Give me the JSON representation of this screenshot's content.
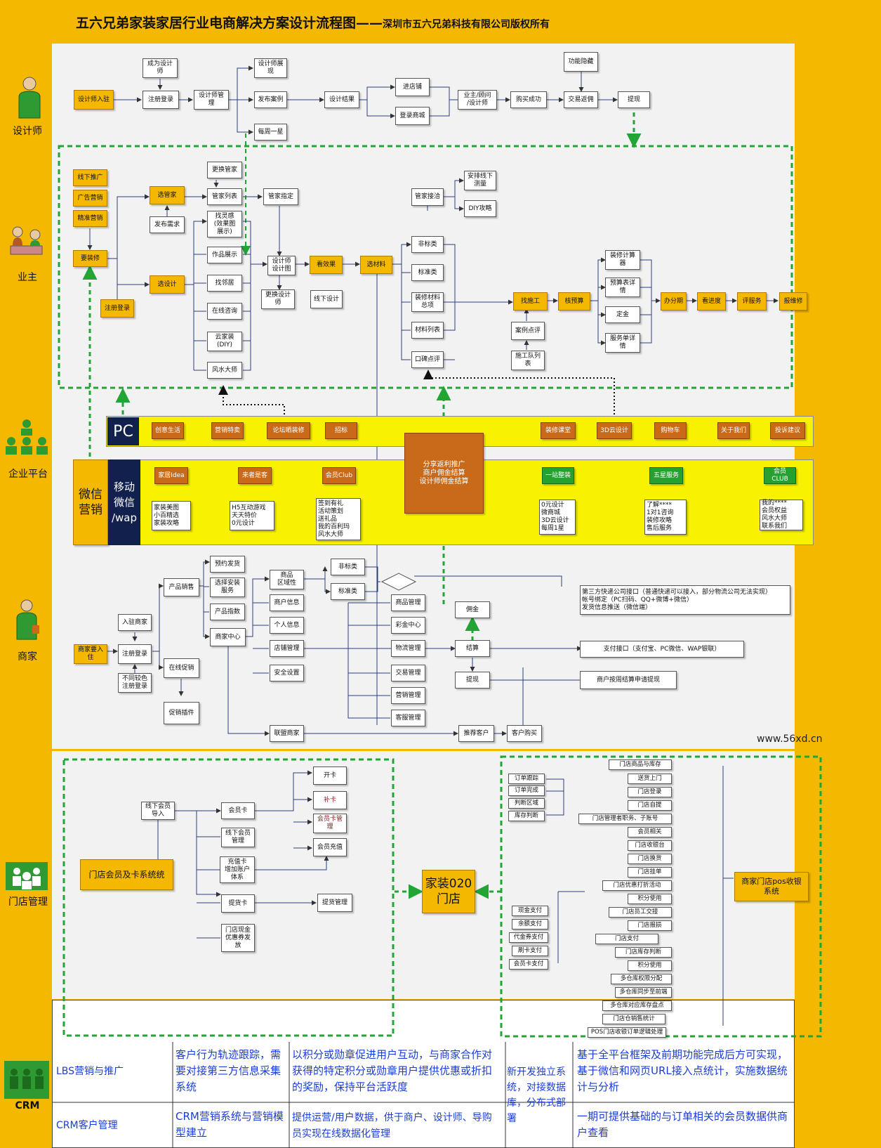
{
  "title": {
    "main": "五六兄弟家装家居行业电商解决方案设计流程图",
    "dash": "——",
    "sub": "深圳市五六兄弟科技有限公司版权所有"
  },
  "watermark": "www.56xd.cn",
  "roles": [
    "设计师",
    "业主",
    "企业平台",
    "商家",
    "门店管理",
    "CRM"
  ],
  "designer": {
    "n1": "设计师入驻",
    "n2": "成为设计\n师",
    "n3": "注册登录",
    "n4": "设计师管\n理",
    "n5": "设计师展\n现",
    "n6": "发布案例",
    "n7": "每周一星",
    "n8": "设计结果",
    "n9": "进店铺",
    "n10": "登录商城",
    "n11": "业主/顾问\n/设计师",
    "n12": "购买成功",
    "n13": "功能隐藏",
    "n14": "交易返佣",
    "n15": "提现"
  },
  "owner": {
    "o1": "线下推广",
    "o2": "广告营销",
    "o3": "精准营销",
    "o4": "要装修",
    "o5": "注册登录",
    "o6": "选管家",
    "o7": "发布需求",
    "o8": "选设计",
    "o9": "更换管家",
    "o10": "管家列表",
    "o11": "找灵感\n(效果图\n展示)",
    "o12": "作品展示",
    "o13": "找邻居",
    "o14": "在线咨询",
    "o15": "云家装\n(DIY)",
    "o16": "风水大师",
    "o17": "管家指定",
    "o18": "设计师\n设计图",
    "o19": "更换设计\n师",
    "o20": "看效果",
    "o21": "线下设计",
    "o22": "选材料",
    "o23": "管家接洽",
    "o24": "安排线下\n测量",
    "o25": "DIY攻略",
    "o26": "非标类",
    "o27": "标准类",
    "o28": "装修材料\n总项",
    "o29": "材料列表",
    "o30": "口碑点评",
    "o31": "找施工",
    "o32": "核预算",
    "o33": "案例点评",
    "o34": "施工队列\n表",
    "o35": "装修计算\n器",
    "o36": "预算表详\n情",
    "o37": "定金",
    "o38": "服务单详\n情",
    "o39": "办分期",
    "o40": "看进度",
    "o41": "评服务",
    "o42": "报维修"
  },
  "platform": {
    "pc_label": "PC",
    "pc_items": [
      "创意生活",
      "营销特卖",
      "论坛晒装修",
      "招标",
      "装修课堂",
      "3D云设计",
      "购物车",
      "关于我们",
      "投诉建议"
    ],
    "wx_label": "微信\n营销",
    "mobile_label": "移动\n微信\n/wap",
    "center": "分享返利推广\n商户佣金结算\n设计师佣金结算",
    "mobile_groups": [
      {
        "head": "家居Idea",
        "body": "家装美图\n小百精选\n家装攻略"
      },
      {
        "head": "来者是客",
        "body": "H5互动游戏\n天天特价\n0元设计"
      },
      {
        "head": "会员Club",
        "body": "签到有礼\n活动策划\n送礼品\n我的百利玛\n风水大师"
      },
      {
        "head": "一站整装",
        "body": "0元设计\n微商城\n3D云设计\n每周1星"
      },
      {
        "head": "五星服务",
        "body": "了解****\n1对1咨询\n装修攻略\n售后服务"
      },
      {
        "head": "会员CLUB",
        "body": "我的****\n会员权益\n风水大师\n联系我们"
      }
    ]
  },
  "merchant": {
    "m1": "商家要入\n住",
    "m2": "入驻商家",
    "m3": "注册登录",
    "m4": "不同较色\n注册登录",
    "m5": "产品销售",
    "m6": "在线促销",
    "m7": "促销插件",
    "m8": "预约发货",
    "m9": "选择安装\n服务",
    "m10": "产品指数",
    "m11": "商家中心",
    "m12": "商品\n区域性",
    "m13": "商户信息",
    "m14": "个人信息",
    "m15": "店铺管理",
    "m16": "安全设置",
    "m17": "非标类",
    "m18": "标准类",
    "m19": "商品管理",
    "m20": "彩金中心",
    "m21": "物流管理",
    "m22": "交易管理",
    "m23": "营销管理",
    "m24": "客服管理",
    "m25": "佣金",
    "m26": "结算",
    "m27": "提现",
    "m28": "联盟商家",
    "m29": "推荐客户",
    "m30": "客户购买",
    "m31": "第三方快递公司接口（普通快递可以接入，部分物流公司无法实现）\n帐号绑定（PC扫码、QQ+微博+微信）\n发货信息推送（微信端）",
    "m32": "支付接口（支付宝、PC微信、WAP银联）",
    "m33": "商户按周结算申请提现"
  },
  "store": {
    "s1": "线下会员\n导入",
    "s2": "门店会员及卡系统统",
    "s3": "会员卡",
    "s4": "线下会员\n管理",
    "s5": "充值卡\n增加账户\n体系",
    "s6": "提货卡",
    "s7": "门店现金\n优惠券发\n放",
    "s8": "开卡",
    "s9": "补卡",
    "s10": "会员卡管\n理",
    "s11": "会员充值",
    "s12": "提货管理",
    "center": "家装020\n门店",
    "pos": "商家门店pos收银\n系统",
    "right_items": [
      "门店商品与库存",
      "送货上门",
      "门店登录",
      "门店自提",
      "门店管理者职务、子账号",
      "会员相关",
      "门店收银台",
      "门店换货",
      "门店挂单",
      "门店优惠打折活动",
      "积分使用",
      "门店员工交接",
      "门店报损",
      "门店支付",
      "门店库存判断",
      "积分使用",
      "多仓库权限分配",
      "多仓库同步至前端",
      "多仓库对应库存盘点",
      "门店仓销售统计",
      "POS门店收银订单逻辑处理"
    ],
    "left_items": [
      "订单跟踪",
      "订单完成",
      "判断区域",
      "库存判断",
      "现金支付",
      "余额支付",
      "代金券支付",
      "刷卡支付",
      "会员卡支付"
    ]
  },
  "crm": {
    "r1": "LBS营销与推广",
    "r2": "CRM客户管理",
    "c1": "客户行为轨迹跟踪，需要对接第三方信息采集系统",
    "c2": "以积分或勋章促进用户互动，与商家合作对获得的特定积分或勋章用户提供优惠或折扣的奖励，保持平台活跃度",
    "c3": "新开发独立系统，对接数据库，分布式部署",
    "c4": "基于全平台框架及前期功能完成后方可实现，基于微信和网页URL接入点统计，实施数据统计与分析",
    "c5": "CRM营销系统与营销模型建立",
    "c6": "提供运营/用户数据，供于商户、设计师、导购员实现在线数据化管理",
    "c7": "一期可提供基础的与订单相关的会员数据供商户查看"
  },
  "colors": {
    "bg": "#f5b800",
    "panel": "#f2f2f2",
    "orange": "#f5b800",
    "dark_orange": "#c96a1a",
    "green": "#26a030",
    "navy": "#11204d",
    "yellow_bar": "#f8f200",
    "dash_green": "#22a535",
    "crm_text": "#1a3dd6"
  }
}
